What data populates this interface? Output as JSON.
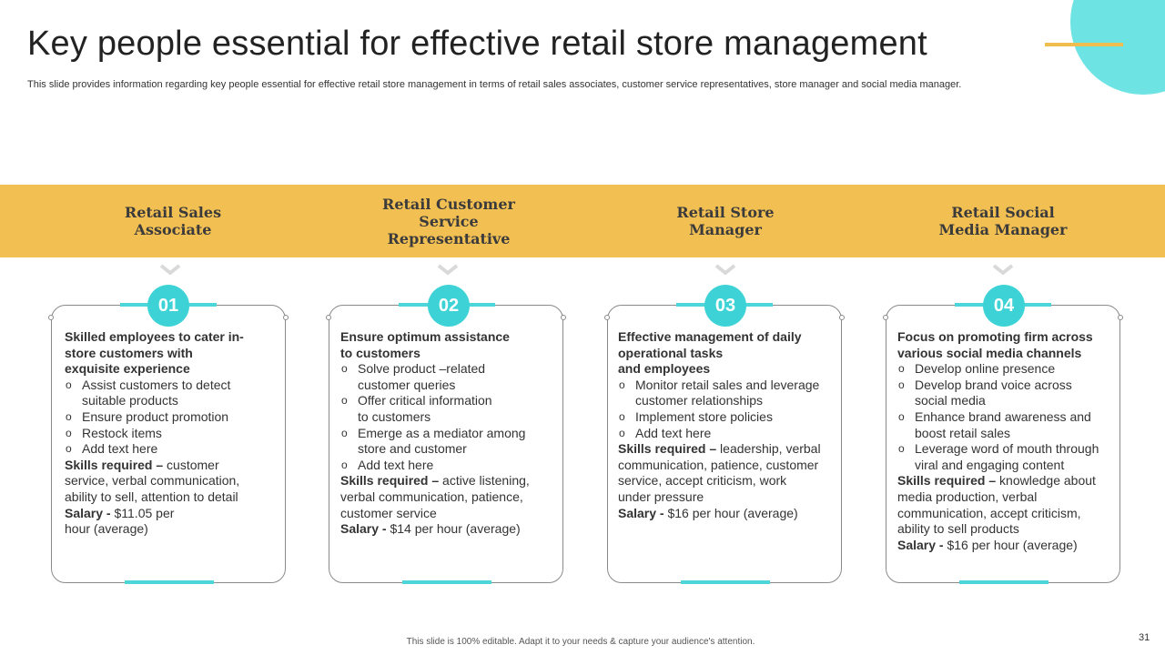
{
  "title": "Key people essential for effective retail store management",
  "subtitle": "This slide provides information regarding key people essential for effective retail store management in terms of retail sales associates, customer service representatives, store manager and social media manager.",
  "colors": {
    "accent_yellow": "#F2BF52",
    "accent_teal": "#3DD3D6",
    "deco_circle": "#6EE3E3"
  },
  "icons": {
    "chevron": "chevron-down-icon"
  },
  "cards": [
    {
      "role": "Retail Sales\nAssociate",
      "number": "01",
      "heading": "Skilled employees to cater in-\nstore customers with\nexquisite experience",
      "bullets": [
        "Assist customers to detect\nsuitable products",
        "Ensure product promotion",
        "Restock items",
        "Add text here"
      ],
      "skills_label": "Skills required –",
      "skills_text": " customer\nservice, verbal communication,\nability to sell, attention to detail",
      "salary_label": "Salary -",
      "salary_text": " $11.05 per\nhour (average)"
    },
    {
      "role": "Retail Customer\nService\nRepresentative",
      "number": "02",
      "heading": "Ensure optimum assistance\nto customers",
      "bullets": [
        "Solve product –related\ncustomer queries",
        "Offer critical information\nto customers",
        "Emerge as a mediator among\nstore and customer",
        "Add text here"
      ],
      "skills_label": "Skills required –",
      "skills_text": " active listening,\nverbal communication, patience,\ncustomer service",
      "salary_label": "Salary -",
      "salary_text": " $14 per hour (average)"
    },
    {
      "role": "Retail Store\nManager",
      "number": "03",
      "heading": "Effective management of daily\noperational tasks\nand employees",
      "bullets": [
        "Monitor retail sales and leverage\ncustomer relationships",
        "Implement store policies",
        "Add text here"
      ],
      "skills_label": "Skills required –",
      "skills_text": " leadership, verbal\ncommunication, patience, customer\nservice, accept criticism, work\nunder pressure",
      "salary_label": "Salary -",
      "salary_text": " $16 per hour (average)"
    },
    {
      "role": "Retail Social\nMedia Manager",
      "number": "04",
      "heading": "Focus on promoting firm across\nvarious social media channels",
      "bullets": [
        "Develop online presence",
        "Develop brand voice across\nsocial media",
        "Enhance brand awareness and\nboost retail sales",
        "Leverage word of mouth through\nviral and engaging content"
      ],
      "skills_label": "Skills required –",
      "skills_text": " knowledge about\nmedia production, verbal\ncommunication, accept criticism,\nability to sell products",
      "salary_label": "Salary -",
      "salary_text": " $16 per hour (average)"
    }
  ],
  "footer": "This slide is 100% editable. Adapt it to your needs & capture your audience's attention.",
  "page_number": "31"
}
